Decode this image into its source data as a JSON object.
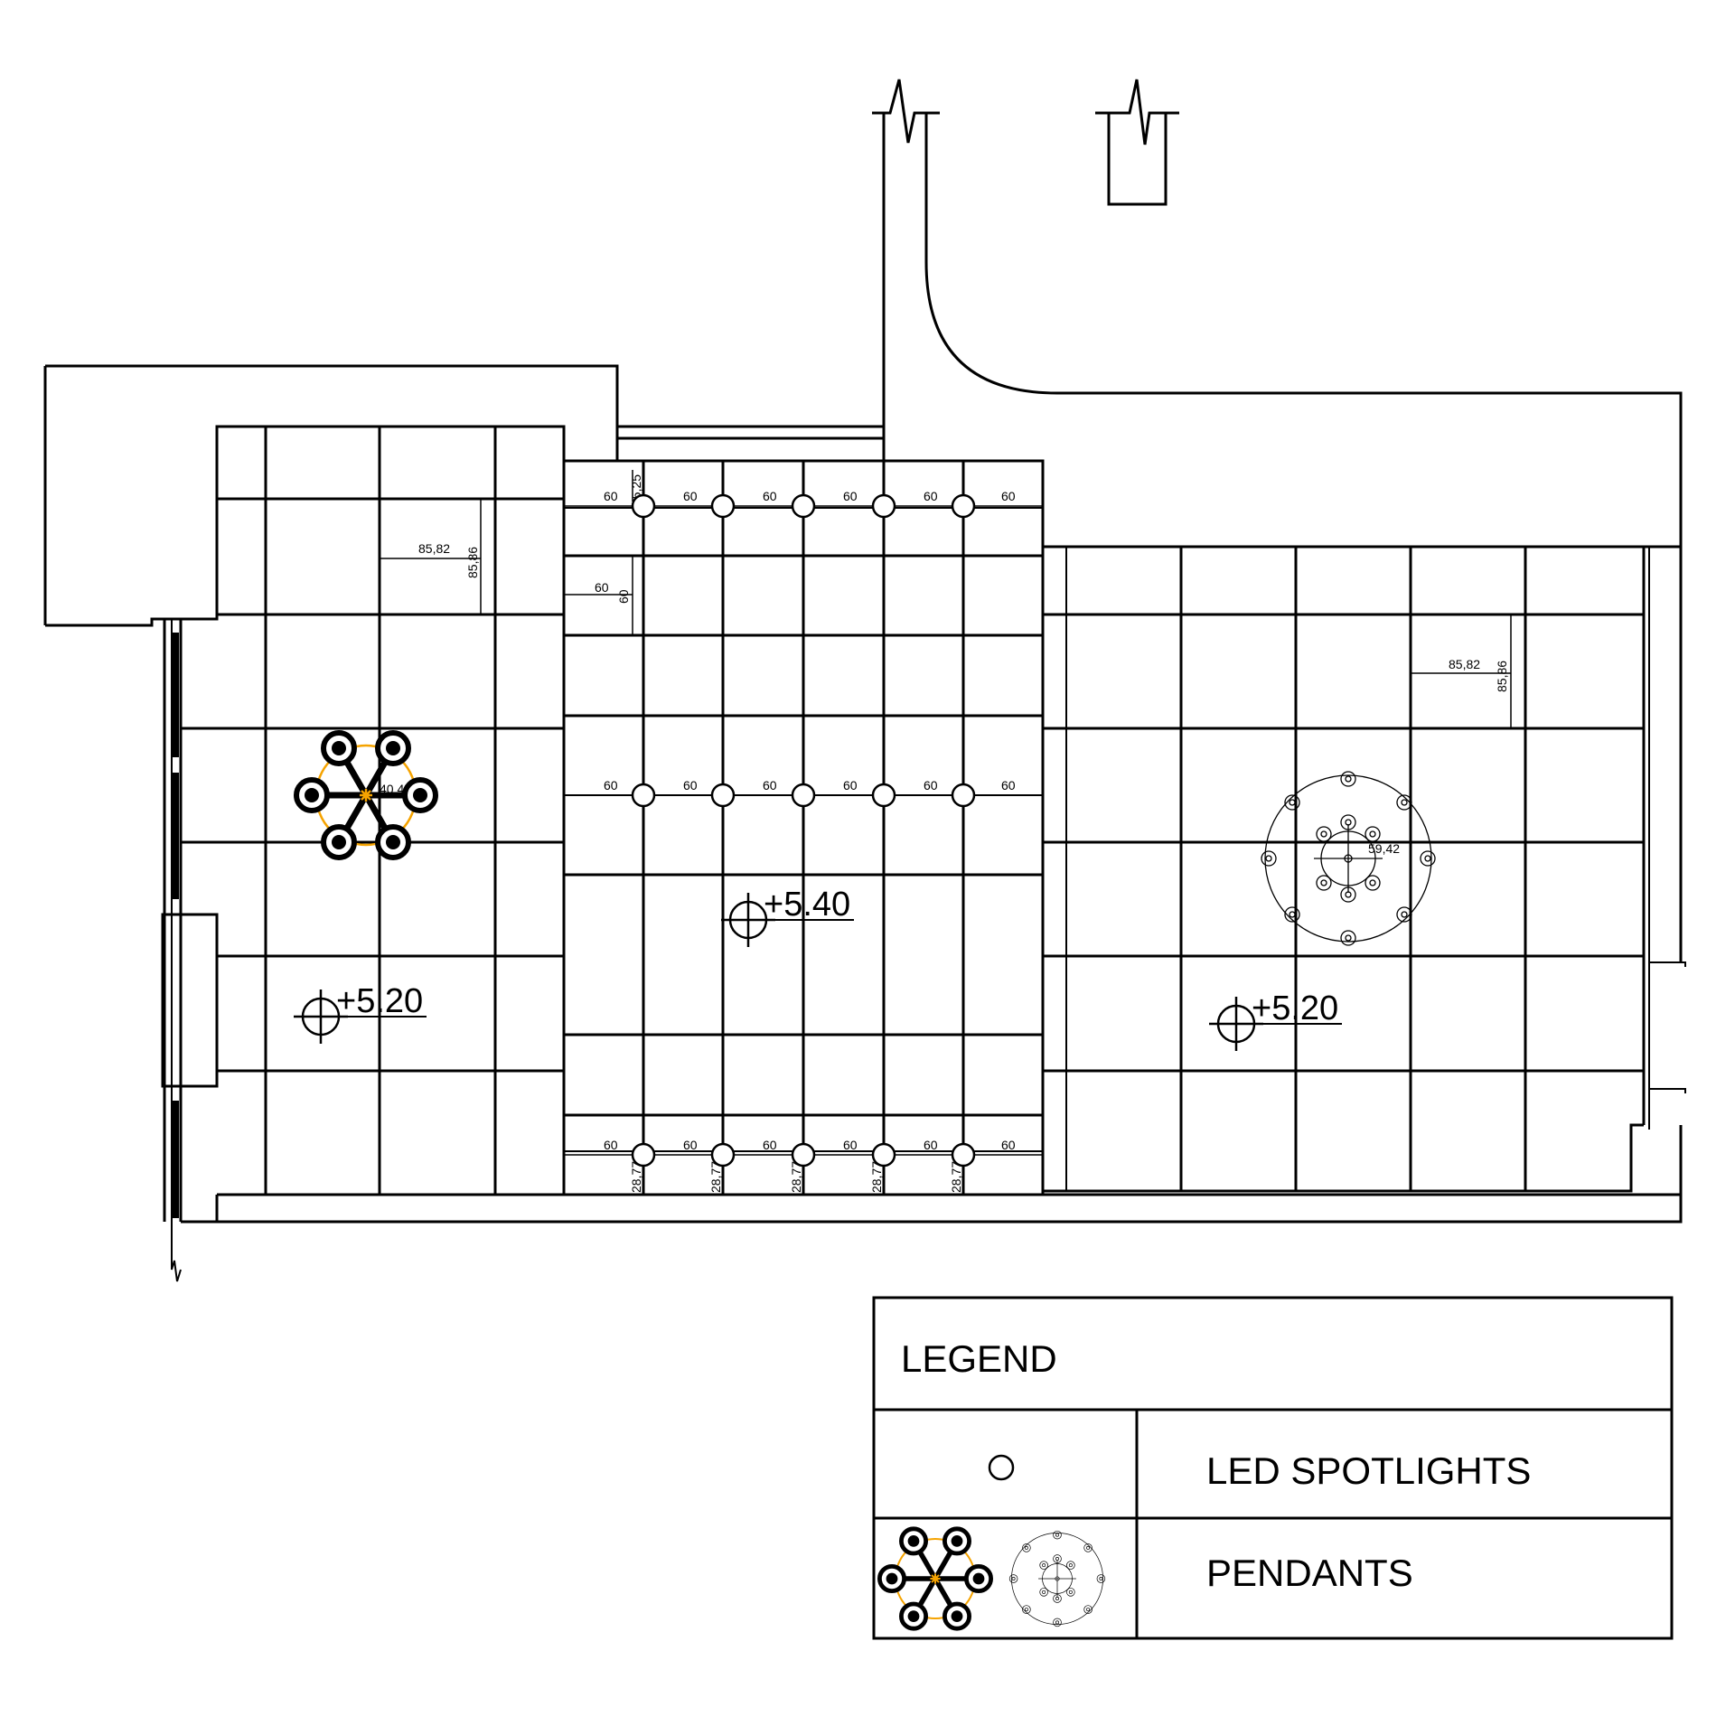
{
  "levels": {
    "left": "+5.20",
    "center": "+5.40",
    "right": "+5.20"
  },
  "dimensions": {
    "spacing": "60",
    "top_offset": "35,25",
    "bottom_offset": "28,77",
    "grid_w": "85,82",
    "grid_h": "85,86",
    "pendant_left_radius": "40,46",
    "pendant_right_radius": "59,42"
  },
  "legend": {
    "title": "LEGEND",
    "spotlights": "LED SPOTLIGHTS",
    "pendants": "PENDANTS"
  },
  "colors": {
    "line": "#000000",
    "pendant_ring": "#f5a300"
  },
  "icons": [
    "led-spotlight-icon",
    "pendant-modern-icon",
    "pendant-classic-icon",
    "level-marker-icon"
  ]
}
